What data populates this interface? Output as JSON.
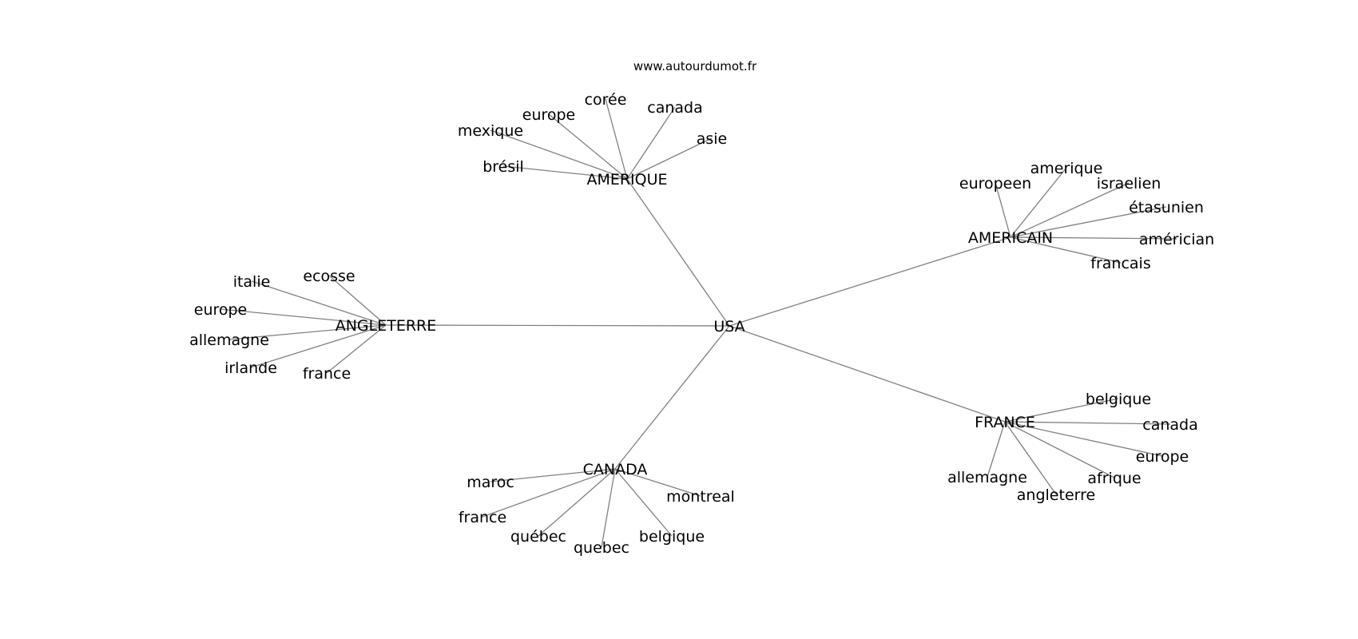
{
  "watermark": "www.autourdumot.fr",
  "colors": {
    "edge": "#808080",
    "label": "#000000",
    "background": "#ffffff"
  },
  "graph": {
    "center": "USA",
    "clusters": [
      {
        "hub": "AMERIQUE",
        "leaves": [
          "corée",
          "europe",
          "canada",
          "mexique",
          "asie",
          "brésil"
        ]
      },
      {
        "hub": "AMERICAIN",
        "leaves": [
          "amerique",
          "europeen",
          "israelien",
          "étasunien",
          "américian",
          "francais"
        ]
      },
      {
        "hub": "ANGLETERRE",
        "leaves": [
          "italie",
          "ecosse",
          "europe",
          "allemagne",
          "irlande",
          "france"
        ]
      },
      {
        "hub": "FRANCE",
        "leaves": [
          "belgique",
          "canada",
          "europe",
          "allemagne",
          "afrique",
          "angleterre"
        ]
      },
      {
        "hub": "CANADA",
        "leaves": [
          "maroc",
          "montreal",
          "france",
          "québec",
          "belgique",
          "quebec"
        ]
      }
    ]
  }
}
